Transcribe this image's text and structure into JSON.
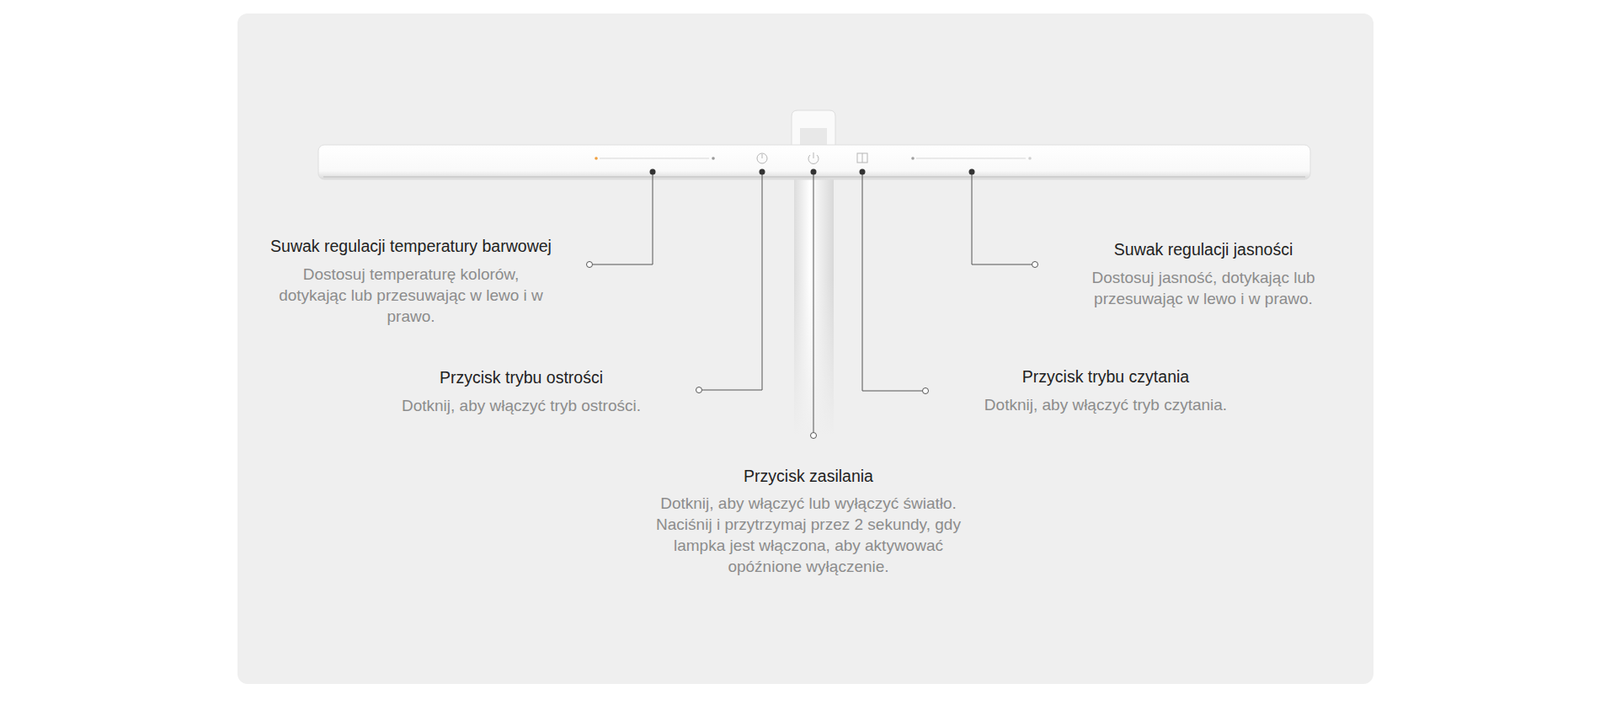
{
  "diagram": {
    "labels": [
      "Suwak regulacji temperatury barwowej",
      "Dostosuj temperaturę kolorów, dotykając lub przesuwając w lewo i w prawo.",
      "Suwak regulacji jasności",
      "Dostosuj jasność, dotykając lub przesuwając w lewo i w prawo.",
      "Przycisk trybu ostrości",
      "Dotknij, aby włączyć tryb ostrości.",
      "Przycisk trybu czytania",
      "Dotknij, aby włączyć tryb czytania.",
      "Przycisk zasilania",
      "Dotknij, aby włączyć lub wyłączyć światło. Naciśnij i przytrzymaj przez 2 sekundy, gdy lampka jest włączona, aby aktywować opóźnione wyłączenie."
    ]
  }
}
